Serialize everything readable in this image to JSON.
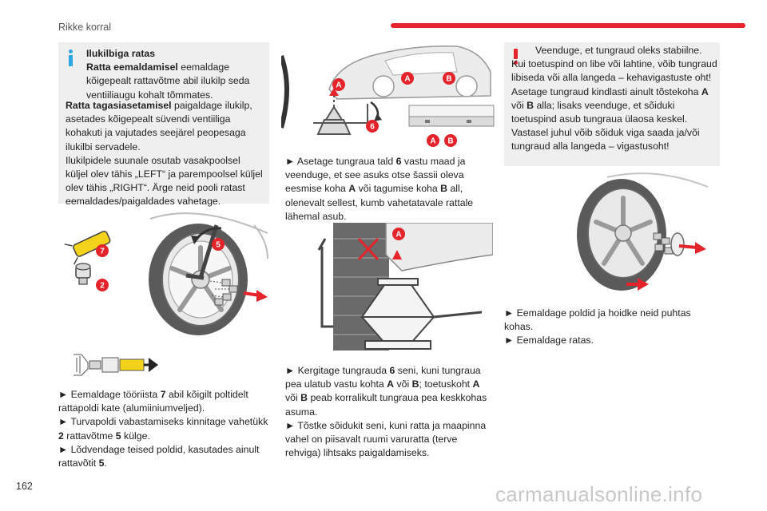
{
  "header": {
    "section_title": "Rikke korral"
  },
  "footer": {
    "page_number": "162",
    "watermark": "carmanualsonline.info"
  },
  "colors": {
    "accent": "#e4232b",
    "info": "#2fa6e0",
    "box_bg": "#efefef"
  },
  "col1": {
    "info_box": {
      "icon": "info-icon",
      "title": "Ilukilbiga ratas",
      "p1_bold": "Ratta eemaldamisel",
      "p1_rest": " eemaldage kõigepealt rattavõtme abil ilukilp seda ventiiliaugu kohalt tõmmates.",
      "p2_bold": "Ratta tagasiasetamisel",
      "p2_rest": " paigaldage ilukilp, asetades kõigepealt süvendi ventiiliga kohakuti ja vajutades seejärel peopesaga ilukilbi servadele.",
      "p3": "Ilukilpidele suunale osutab vasakpoolsel küljel olev tähis „LEFT“ ja parempoolsel küljel olev tähis „RIGHT“. Ärge neid pooli ratast eemaldades/paigaldades vahetage."
    },
    "fig_labels": {
      "tool": "7",
      "wrench": "5",
      "adapter": "2"
    },
    "steps": {
      "s1_a": "► Eemaldage tööriista ",
      "s1_num": "7",
      "s1_b": " abil kõigilt poltidelt rattapoldi kate (alumiiniumveljed).",
      "s2_a": "► Turvapoldi vabastamiseks kinnitage vahetükk ",
      "s2_num": "2",
      "s2_b": " rattavõtme ",
      "s2_num2": "5",
      "s2_c": " külge.",
      "s3_a": "► Lõdvendage teised poldid, kasutades ainult rattavõtit ",
      "s3_num": "5",
      "s3_b": "."
    }
  },
  "col2": {
    "fig_labels": {
      "a": "A",
      "b": "B",
      "jack": "6"
    },
    "steps": {
      "s1_a": "► Asetage tungraua tald ",
      "s1_num": "6",
      "s1_b": " vastu maad ja veenduge, et see asuks otse šassii oleva eesmise koha ",
      "s1_A": "A",
      "s1_c": " või tagumise koha ",
      "s1_B": "B",
      "s1_d": " all, olenevalt sellest, kumb vahetatavale rattale lähemal asub.",
      "s2_a": "► Kergitage tungrauda ",
      "s2_num": "6",
      "s2_b": " seni, kuni tungraua pea ulatub vastu kohta ",
      "s2_A": "A",
      "s2_c": " või ",
      "s2_B": "B",
      "s2_d": "; toetuskoht ",
      "s2_A2": "A",
      "s2_e": " või ",
      "s2_B2": "B",
      "s2_f": " peab korralikult tungraua pea keskkohas asuma.",
      "s3": "► Tõstke sõidukit seni, kuni ratta ja maapinna vahel on piisavalt ruumi varuratta (terve rehviga) lihtsaks paigaldamiseks."
    }
  },
  "col3": {
    "warning_box": {
      "icon": "warning-icon",
      "p1": "Veenduge, et tungraud oleks stabiilne. Kui toetuspind on libe või lahtine, võib tungraud libiseda või alla langeda – kehavigastuste oht!",
      "p2_a": "Asetage tungraud kindlasti ainult tõstekoha ",
      "p2_A": "A",
      "p2_b": " või ",
      "p2_B": "B",
      "p2_c": " alla; lisaks veenduge, et sõiduki toetuspind asub tungraua ülaosa keskel. Vastasel juhul võib sõiduk viga saada ja/või tungraud alla langeda – vigastusoht!"
    },
    "steps": {
      "s1": "► Eemaldage poldid ja hoidke neid puhtas kohas.",
      "s2": "► Eemaldage ratas."
    }
  }
}
